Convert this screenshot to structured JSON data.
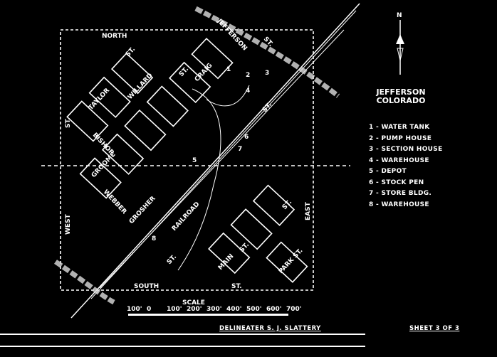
{
  "title": {
    "town": "JEFFERSON",
    "state": "COLORADO"
  },
  "north_arrow": {
    "label": "N"
  },
  "legend": [
    "1 - WATER TANK",
    "2 - PUMP HOUSE",
    "3 - SECTION HOUSE",
    "4 - WAREHOUSE",
    "5 - DEPOT",
    "6 - STOCK PEN",
    "7 - STORE BLDG.",
    "8 - WAREHOUSE"
  ],
  "streets": {
    "north": "NORTH",
    "north_st": "ST.",
    "taylor": "TAYLOR",
    "willard": "WILLARD",
    "craig_st": "ST.",
    "craig": "CRAIG",
    "jefferson": "JEFFERSON",
    "jefferson_st": "ST.",
    "ne_st": "ST.",
    "bishop": "BISHOP",
    "west_st_top": "ST.",
    "groome": "GROOME",
    "webber": "WEBBER",
    "grosher": "GROSHER",
    "railroad": "RAILROAD",
    "west": "WEST",
    "main": "MAIN",
    "main_st": "ST.",
    "park": "PARK ST.",
    "east": "EAST",
    "east_st": "ST.",
    "south": "SOUTH",
    "south_st": "ST.",
    "sw_st": "ST."
  },
  "markers": [
    "1",
    "2",
    "3",
    "4",
    "5",
    "6",
    "7",
    "8"
  ],
  "scale": {
    "label": "SCALE",
    "ticks": [
      "100'",
      "0",
      "100'",
      "200'",
      "300'",
      "400'",
      "500'",
      "600'",
      "700'"
    ]
  },
  "footer": {
    "delineator": "DELINEATER  S. J. SLATTERY",
    "sheet": "SHEET  3  OF  3"
  }
}
